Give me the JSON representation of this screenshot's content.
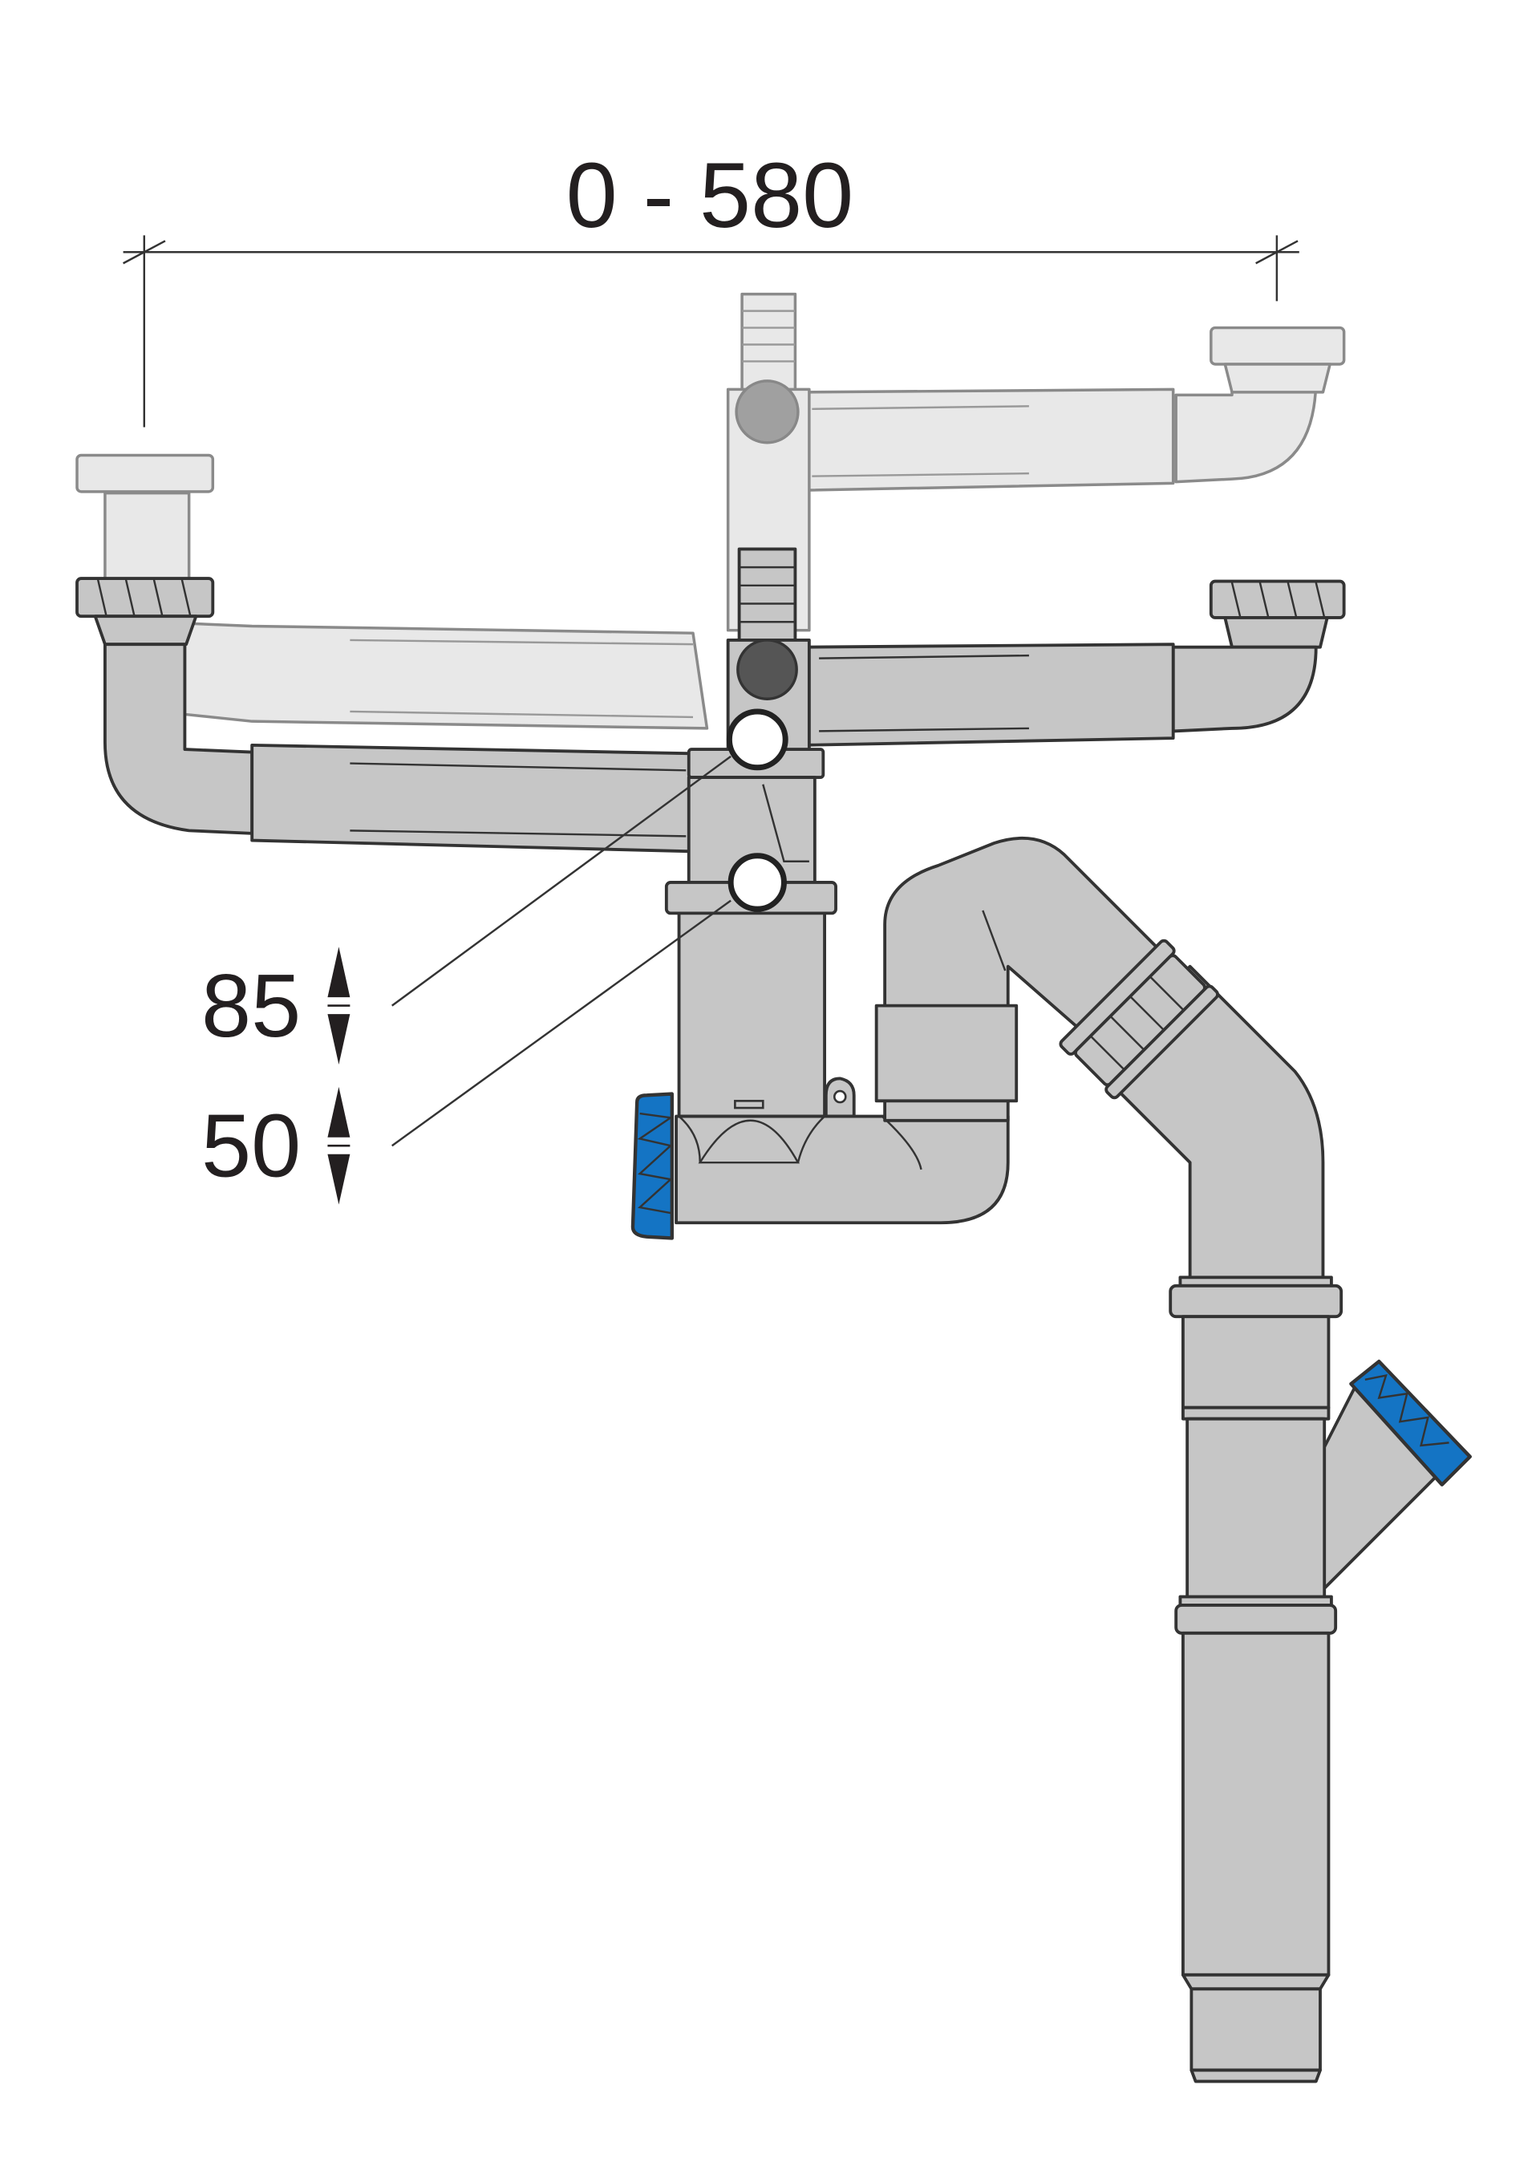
{
  "dimensions": {
    "width_range": "0 - 580",
    "height_upper": "85",
    "height_lower": "50"
  },
  "colors": {
    "pipe": "#c6c6c6",
    "pipe_ghost": "#e8e8e8",
    "cap_blue": "#1474c4",
    "outline": "#333333"
  }
}
